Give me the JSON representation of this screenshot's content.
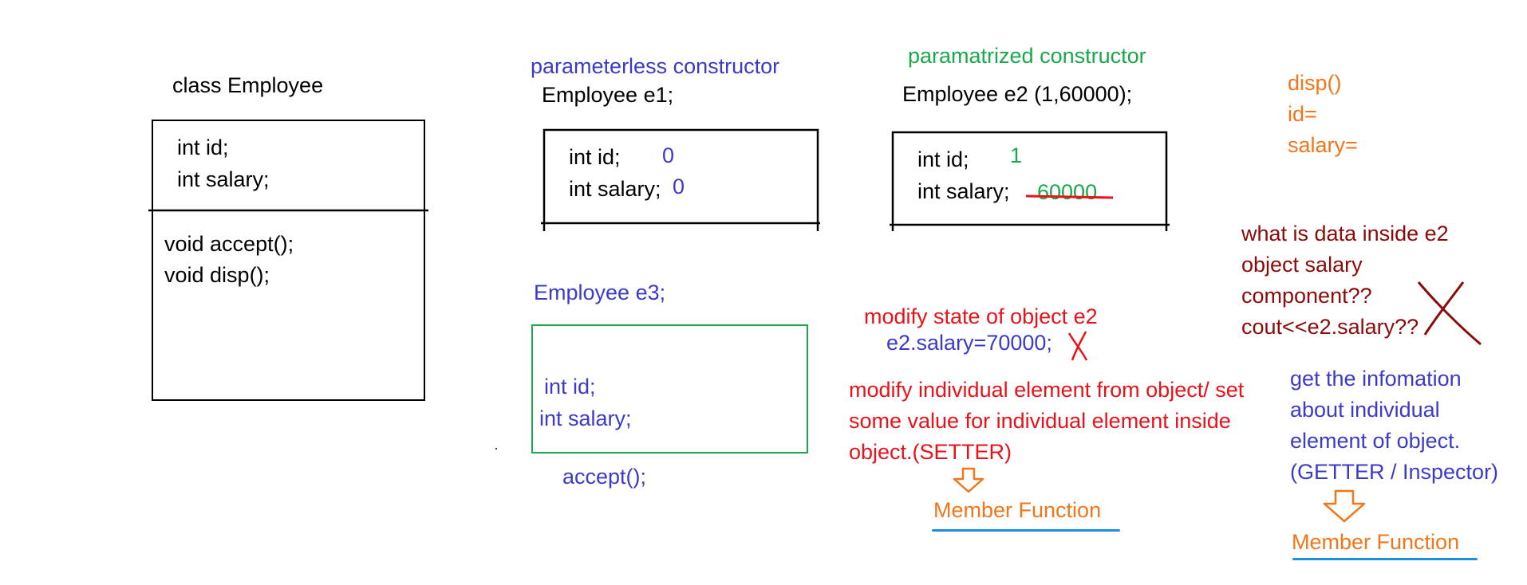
{
  "class_diagram": {
    "title": "class Employee",
    "attributes": [
      "int id;",
      "int salary;"
    ],
    "methods": [
      "void accept();",
      "void disp();"
    ]
  },
  "e1": {
    "heading": "parameterless constructor",
    "declaration": "Employee e1;",
    "field_id": "int id;",
    "value_id": "0",
    "field_salary": "int salary;",
    "value_salary": "0"
  },
  "e2": {
    "heading": "paramatrized constructor",
    "declaration": "Employee e2 (1,60000);",
    "field_id": "int id;",
    "value_id": "1",
    "field_salary": "int salary;",
    "value_salary": "60000"
  },
  "disp_note": {
    "lines": [
      "disp()",
      "id=",
      "salary="
    ]
  },
  "e3": {
    "declaration": "Employee e3;",
    "field_id": "int id;",
    "field_salary": "int salary;",
    "call": "accept();"
  },
  "setter": {
    "heading": "modify state of object e2",
    "code": "e2.salary=70000;",
    "lines": [
      "modify individual element from object/ set",
      "some value for individual element inside",
      "object.(SETTER)"
    ],
    "result": "Member Function"
  },
  "getter": {
    "question_lines": [
      "what is data inside e2",
      "object salary",
      "component??",
      "cout<<e2.salary??"
    ],
    "lines": [
      "get the infomation",
      "about individual",
      "element of object.",
      "(GETTER / Inspector)"
    ],
    "result": "Member Function"
  },
  "colors": {
    "black": "#000000",
    "blue": "#3b3bc8",
    "green": "#1aa84a",
    "red": "#e8121a",
    "orange": "#f2761a",
    "dark_red": "#8b0a0a",
    "underline_blue": "#1a8fe0"
  }
}
